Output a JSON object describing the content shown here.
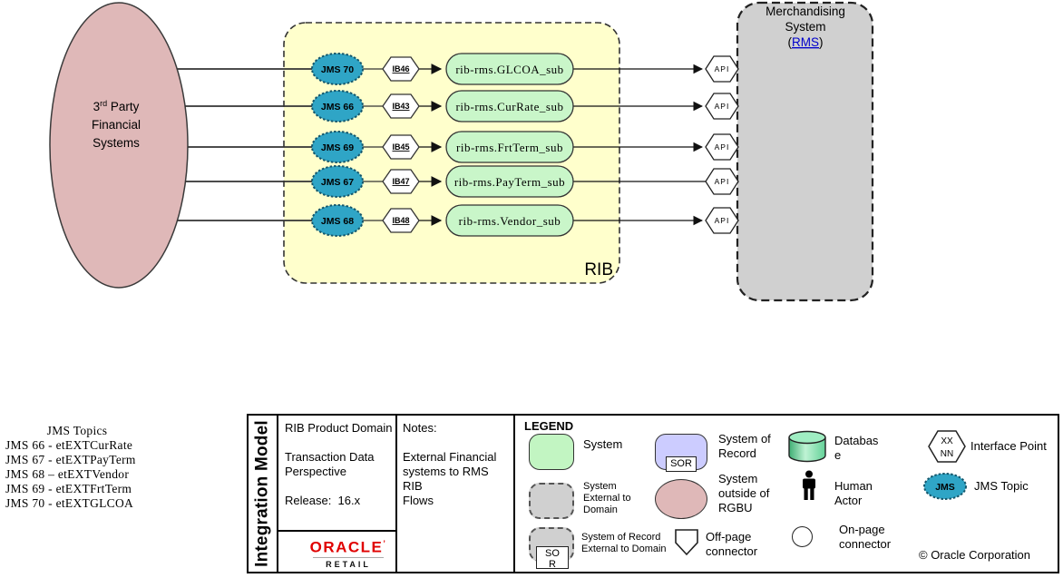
{
  "colors": {
    "outside_rgbu_pink": "#dfb8b8",
    "rib_yellow": "#ffffcc",
    "jms_teal": "#2fa5c6",
    "system_green": "#c9f6c9",
    "external_gray": "#d0d0d0",
    "sor_purple": "#ccccff",
    "link_blue": "#0000cc",
    "oracle_red": "#e00000"
  },
  "diagram": {
    "external_system": {
      "l1a": "3",
      "l1sup": "rd",
      "l1b": " Party",
      "line2": "Financial",
      "line3": "Systems"
    },
    "rib": {
      "label": "RIB"
    },
    "merch": {
      "line1": "Merchandising",
      "line2": "System",
      "open": "(",
      "link": "RMS",
      "close": ")"
    },
    "flows": [
      {
        "jms": "JMS 70",
        "ib": "IB46",
        "sub": "rib-rms.GLCOA_sub",
        "api": "API"
      },
      {
        "jms": "JMS 66",
        "ib": "IB43",
        "sub": "rib-rms.CurRate_sub",
        "api": "API"
      },
      {
        "jms": "JMS 69",
        "ib": "IB45",
        "sub": "rib-rms.FrtTerm_sub",
        "api": "API"
      },
      {
        "jms": "JMS 67",
        "ib": "IB47",
        "sub": "rib-rms.PayTerm_sub",
        "api": "API"
      },
      {
        "jms": "JMS 68",
        "ib": "IB48",
        "sub": "rib-rms.Vendor_sub",
        "api": "API"
      }
    ]
  },
  "topics_note": {
    "title": "JMS Topics",
    "items": [
      "JMS 66 - etEXTCurRate",
      "JMS 67 - etEXTPayTerm",
      "JMS 68 – etEXTVendor",
      "JMS 69 - etEXTFrtTerm",
      "JMS 70 - etEXTGLCOA"
    ]
  },
  "info_table": {
    "vertical_title": "Integration Model",
    "product_cell": "RIB Product Domain\n\nTransaction Data\nPerspective\n\nRelease:  16.x",
    "notes_cell": "Notes:\n\nExternal Financial\nsystems to RMS RIB\nFlows",
    "logo": {
      "brand": "ORACLE",
      "tm": "’",
      "sub": "RETAIL"
    }
  },
  "legend": {
    "title": "LEGEND",
    "system": {
      "label": "System"
    },
    "system_of_record": {
      "label": "System of\nRecord",
      "badge": "SOR"
    },
    "database": {
      "label": "Databas\ne"
    },
    "interface_point": {
      "label": "Interface Point",
      "glyph_top": "XX",
      "glyph_bottom": "NN"
    },
    "system_external": {
      "label": "System\nExternal to\nDomain"
    },
    "outside_rgbu": {
      "label": "System\noutside of\nRGBU"
    },
    "human_actor": {
      "label": "Human\nActor"
    },
    "jms_topic": {
      "label": "JMS Topic",
      "glyph": "JMS"
    },
    "sor_external": {
      "label": "System of Record\nExternal to Domain",
      "badge": "SO\nR"
    },
    "offpage": {
      "label": "Off-page\nconnector"
    },
    "onpage": {
      "label": "On-page\nconnector"
    },
    "copyright": "© Oracle Corporation"
  }
}
